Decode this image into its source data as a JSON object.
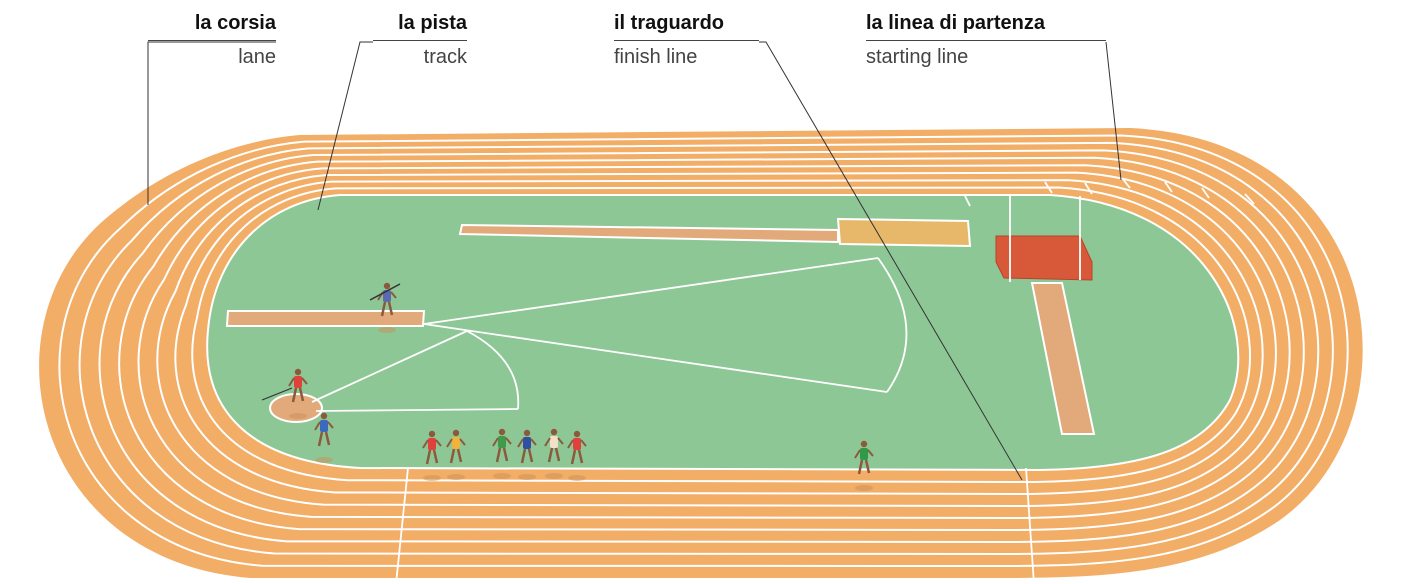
{
  "labels": {
    "lane": {
      "italian": "la corsia",
      "english": "lane"
    },
    "track": {
      "italian": "la pista",
      "english": "track"
    },
    "finish_line": {
      "italian": "il traguardo",
      "english": "finish line"
    },
    "starting_line": {
      "italian": "la linea di partenza",
      "english": "starting line"
    }
  },
  "colors": {
    "track": "#f2ad66",
    "track_edge": "#e59b51",
    "lane_lines": "#ffffff",
    "infield": "#8ec796",
    "sand_pit": "#e2a97a",
    "landing_mat": "#d8583a",
    "leader_line": "#333333"
  },
  "athletes": [
    {
      "name": "javelin-thrower",
      "color": "#5b6ab0"
    },
    {
      "name": "hammer-thrower",
      "color": "#e0413a"
    },
    {
      "name": "runner-1",
      "color": "#e0413a"
    },
    {
      "name": "runner-2",
      "color": "#f0b43a"
    },
    {
      "name": "runner-3",
      "color": "#3f9b49"
    },
    {
      "name": "runner-4",
      "color": "#2f4fa0"
    },
    {
      "name": "runner-5",
      "color": "#f3e0c8"
    },
    {
      "name": "runner-6",
      "color": "#e0413a"
    },
    {
      "name": "runner-7",
      "color": "#2f9b49"
    },
    {
      "name": "walker",
      "color": "#3a6ac0"
    }
  ]
}
